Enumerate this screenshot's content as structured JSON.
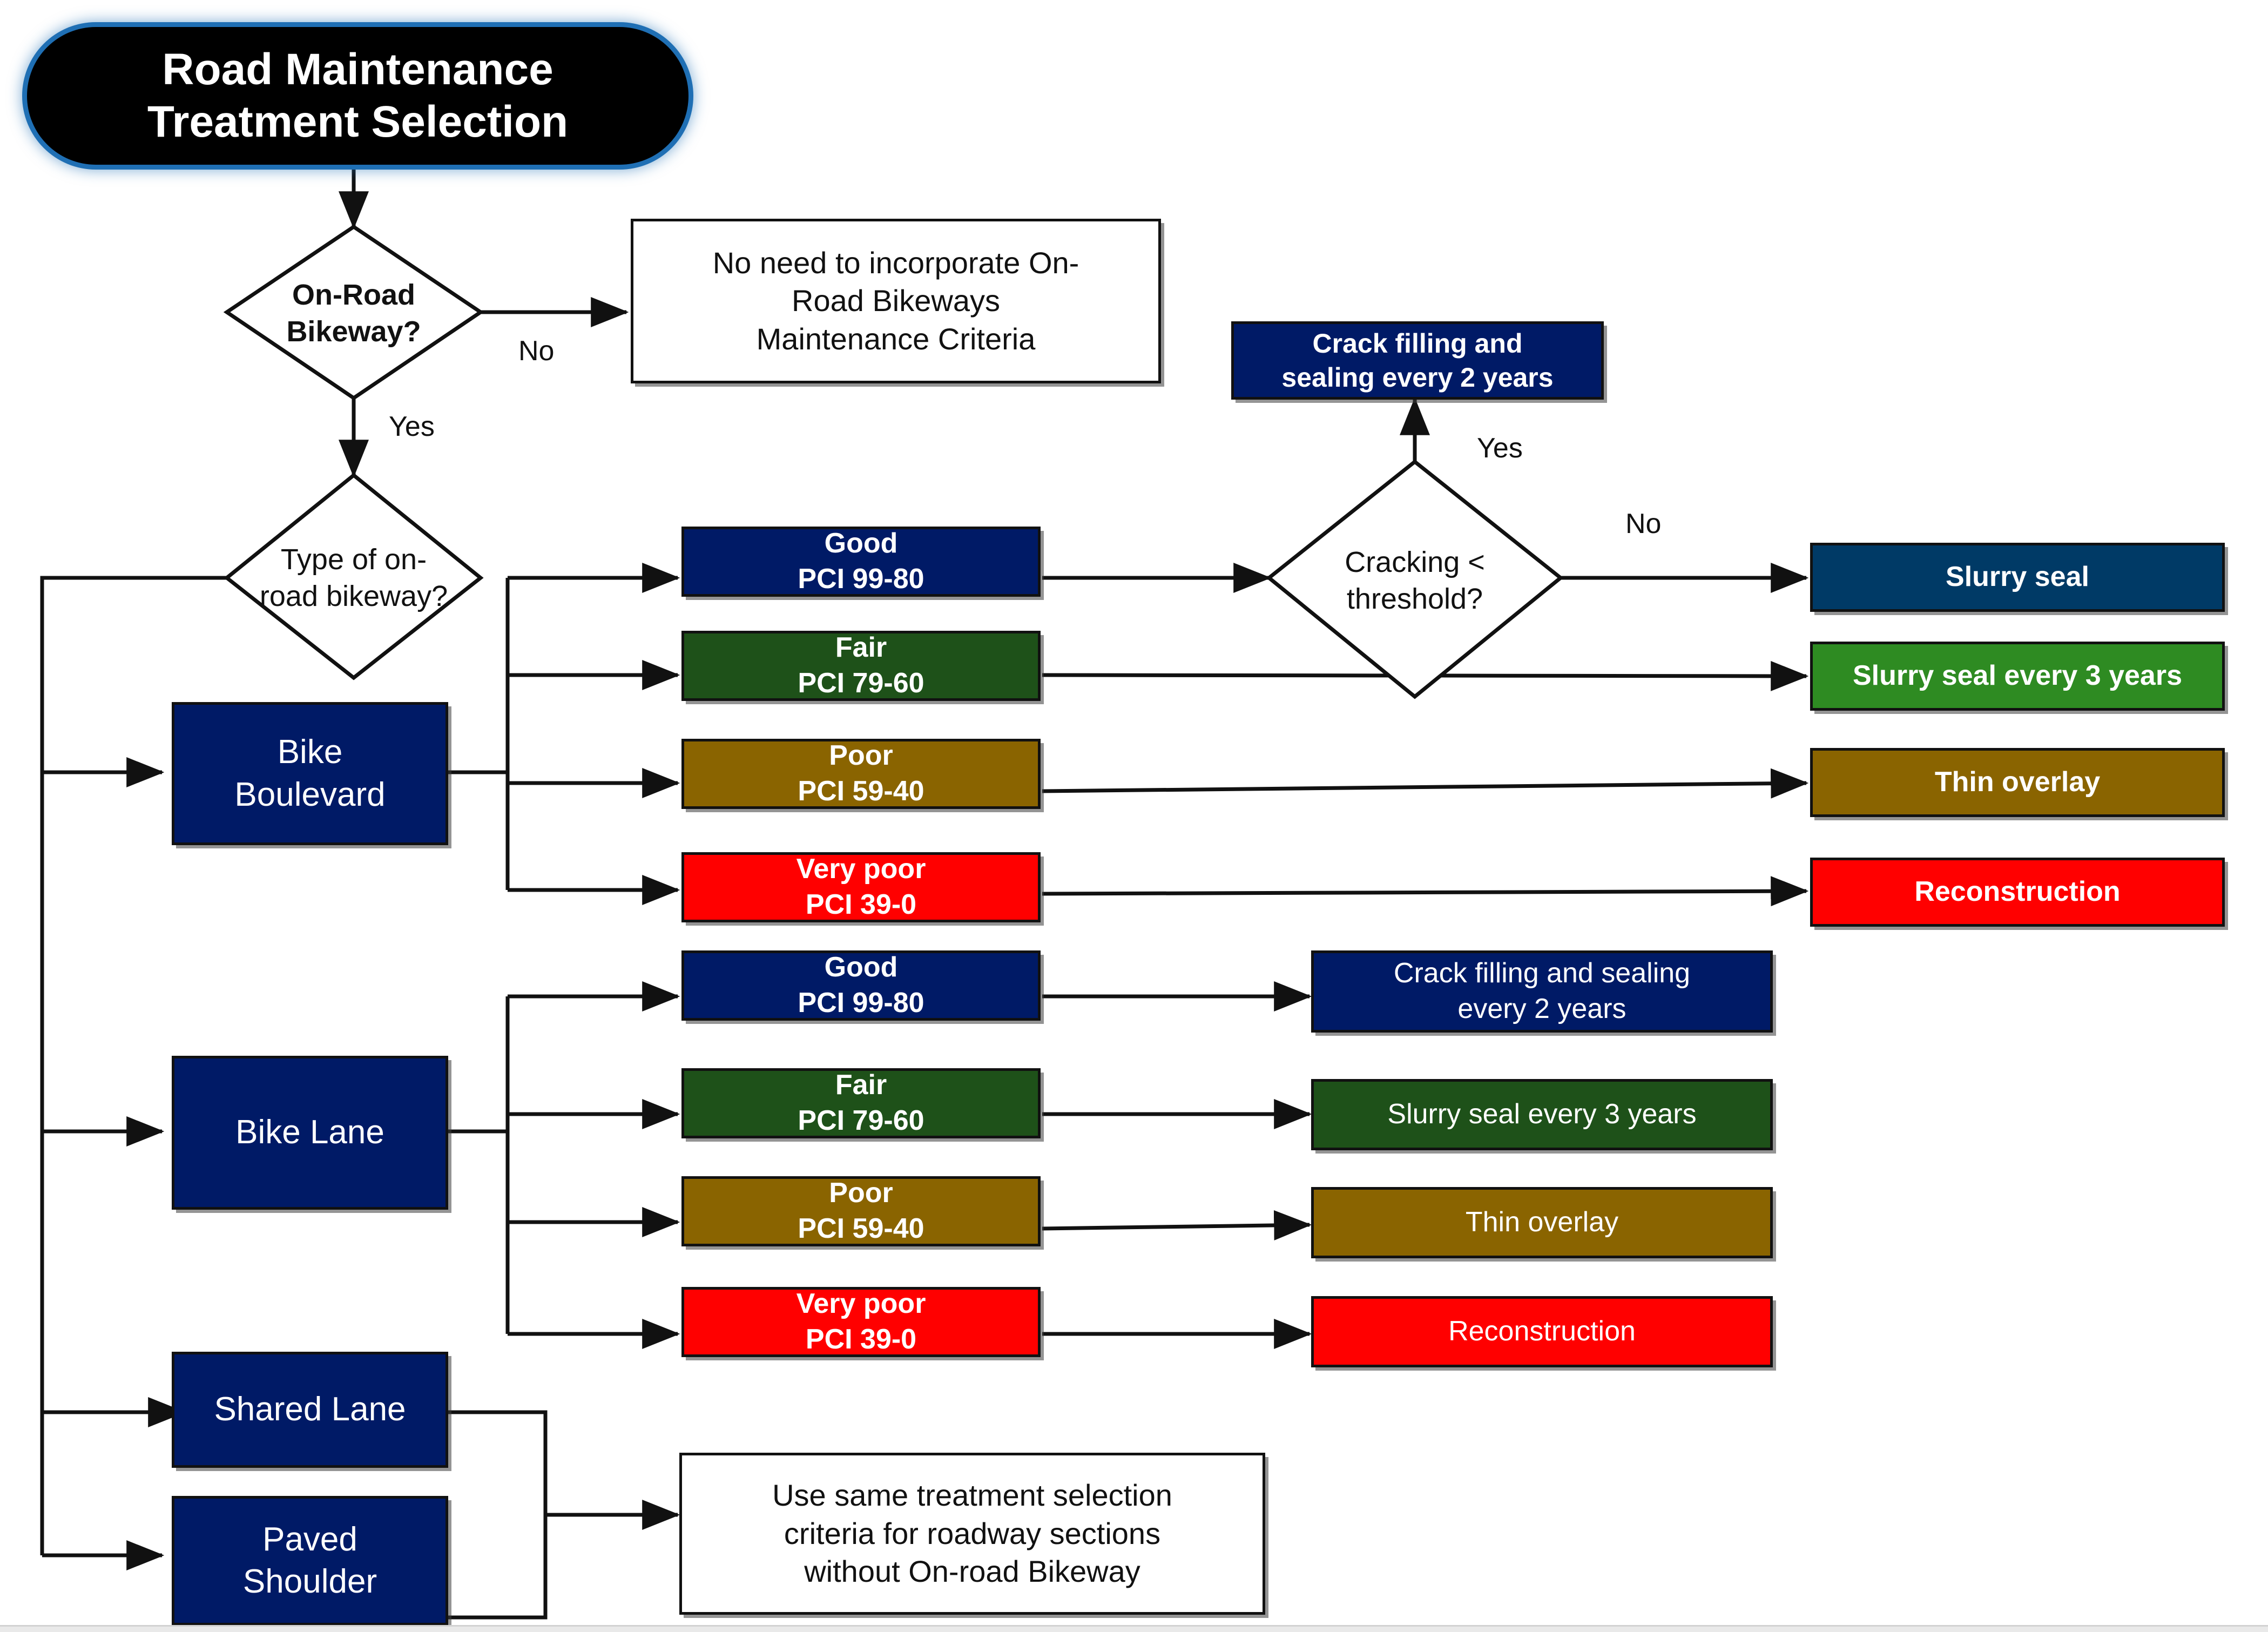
{
  "title": {
    "line1": "Road Maintenance",
    "line2": "Treatment Selection"
  },
  "decisions": [
    {
      "id": "on-road-bikeway",
      "line1": "On-Road",
      "line2": "Bikeway?",
      "yes_label": "Yes",
      "no_label": "No"
    },
    {
      "id": "type-of-bikeway",
      "line1": "Type of on-",
      "line2": "road bikeway?"
    },
    {
      "id": "cracking-threshold",
      "line1": "Cracking <",
      "line2": "threshold?",
      "yes_label": "Yes",
      "no_label": "No"
    }
  ],
  "notes": {
    "no_bikeway": {
      "line1": "No need to incorporate On-",
      "line2": "Road Bikeways",
      "line3": "Maintenance Criteria"
    },
    "same_criteria": {
      "line1": "Use same treatment selection",
      "line2": "criteria for roadway sections",
      "line3": "without On-road Bikeway"
    }
  },
  "bikeway_types": [
    {
      "id": "bike-boulevard",
      "line1": "Bike",
      "line2": "Boulevard"
    },
    {
      "id": "bike-lane",
      "line1": "Bike Lane",
      "line2": ""
    },
    {
      "id": "shared-lane",
      "line1": "Shared Lane",
      "line2": ""
    },
    {
      "id": "paved-shoulder",
      "line1": "Paved",
      "line2": "Shoulder"
    }
  ],
  "condition_group_1": [
    {
      "id": "good-1",
      "rating": "Good",
      "pci": "PCI 99-80",
      "color": "#001a66"
    },
    {
      "id": "fair-1",
      "rating": "Fair",
      "pci": "PCI 79-60",
      "color": "#1e5119"
    },
    {
      "id": "poor-1",
      "rating": "Poor",
      "pci": "PCI 59-40",
      "color": "#8a6400"
    },
    {
      "id": "very-poor-1",
      "rating": "Very poor",
      "pci": "PCI 39-0",
      "color": "#ff0000"
    }
  ],
  "condition_group_2": [
    {
      "id": "good-2",
      "rating": "Good",
      "pci": "PCI 99-80",
      "color": "#001a66"
    },
    {
      "id": "fair-2",
      "rating": "Fair",
      "pci": "PCI 79-60",
      "color": "#1e5119"
    },
    {
      "id": "poor-2",
      "rating": "Poor",
      "pci": "PCI 59-40",
      "color": "#8a6400"
    },
    {
      "id": "very-poor-2",
      "rating": "Very poor",
      "pci": "PCI 39-0",
      "color": "#ff0000"
    }
  ],
  "treatments_group_1": [
    {
      "id": "crack-filling-1",
      "line1": "Crack filling and",
      "line2": "sealing every 2 years",
      "color": "#001a66"
    },
    {
      "id": "slurry-seal",
      "line1": "Slurry seal",
      "line2": "",
      "color": "#003a66"
    },
    {
      "id": "slurry-seal-3yr-1",
      "line1": "Slurry seal every 3 years",
      "line2": "",
      "color": "#2e8b22"
    },
    {
      "id": "thin-overlay-1",
      "line1": "Thin overlay",
      "line2": "",
      "color": "#8a6400"
    },
    {
      "id": "reconstruction-1",
      "line1": "Reconstruction",
      "line2": "",
      "color": "#ff0000"
    }
  ],
  "treatments_group_2": [
    {
      "id": "crack-filling-2",
      "line1": "Crack filling and sealing",
      "line2": "every 2 years",
      "color": "#001a66"
    },
    {
      "id": "slurry-seal-3yr-2",
      "line1": "Slurry seal every 3 years",
      "line2": "",
      "color": "#1e5119"
    },
    {
      "id": "thin-overlay-2",
      "line1": "Thin overlay",
      "line2": "",
      "color": "#8a6400"
    },
    {
      "id": "reconstruction-2",
      "line1": "Reconstruction",
      "line2": "",
      "color": "#ff0000"
    }
  ],
  "edge_labels": {
    "no_1": "No",
    "yes_1": "Yes",
    "yes_2": "Yes",
    "no_2": "No"
  },
  "colors": {
    "navy": "#001a66",
    "steel_blue": "#003a66",
    "dark_green": "#1e5119",
    "light_green": "#2e8b22",
    "gold": "#8a6400",
    "red": "#ff0000",
    "outline": "#111111",
    "title_glow": "#1f6fb4"
  }
}
